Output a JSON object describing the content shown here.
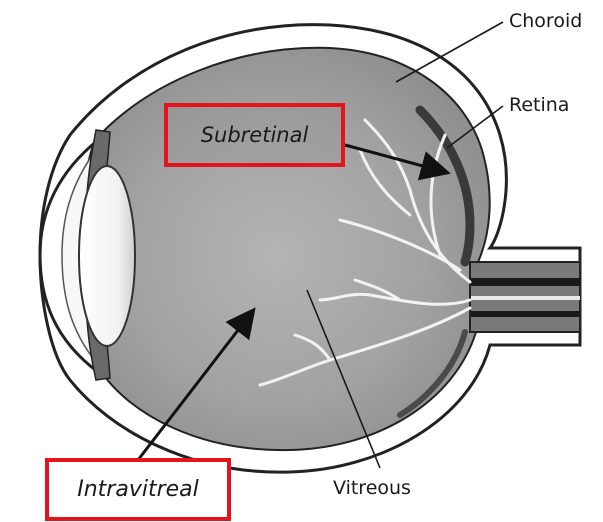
{
  "labels": {
    "choroid": "Choroid",
    "retina": "Retina",
    "vitreous": "Vitreous"
  },
  "highlighted_labels": {
    "subretinal": "Subretinal",
    "intravitreal": "Intravitreal"
  },
  "colors": {
    "highlight_box": "#e3141b",
    "eye_body": "#9a9a9a",
    "outline": "#222222",
    "vessels": "#f2f2f2"
  }
}
